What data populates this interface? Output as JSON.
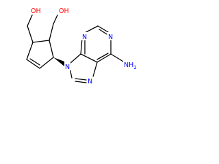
{
  "molecule": {
    "atoms": {
      "oh_left": {
        "text": "OH",
        "color": "#ff0000"
      },
      "oh_right": {
        "text": "OH",
        "color": "#ff0000"
      },
      "n_ring_1": {
        "text": "N",
        "color": "#0000ff"
      },
      "n_ring_3": {
        "text": "N",
        "color": "#0000ff"
      },
      "n_ring_9": {
        "text": "N",
        "color": "#0000ff"
      },
      "n_ring_7": {
        "text": "N",
        "color": "#0000ff"
      },
      "amine": {
        "text": "NH",
        "subscript": "2",
        "color": "#0000ff"
      }
    },
    "bond_color": "#000000"
  }
}
